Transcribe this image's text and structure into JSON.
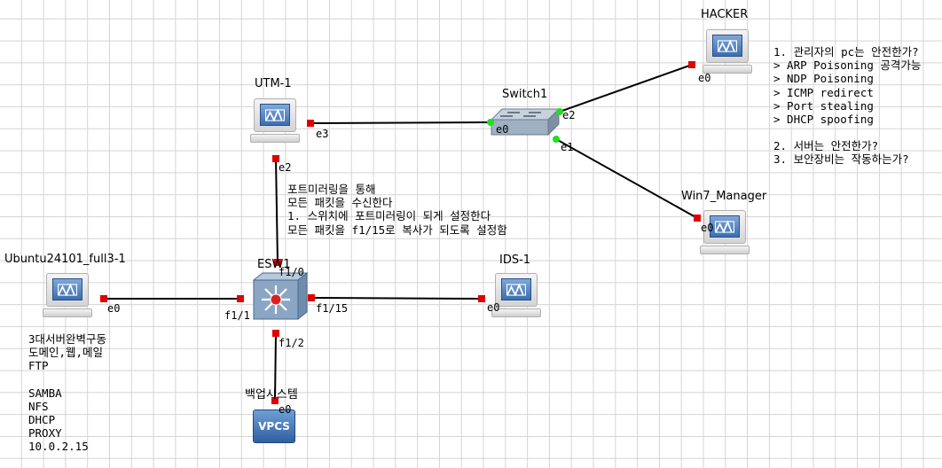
{
  "diagram": {
    "nodes": {
      "hacker": {
        "name": "HACKER",
        "icon": "workstation-icon"
      },
      "utm": {
        "name": "UTM-1",
        "icon": "workstation-icon"
      },
      "switch": {
        "name": "Switch1",
        "icon": "switch-icon"
      },
      "win7": {
        "name": "Win7_Manager",
        "icon": "workstation-icon"
      },
      "ubuntu": {
        "name": "Ubuntu24101_full3-1",
        "icon": "workstation-icon"
      },
      "esw": {
        "name": "ESW1",
        "icon": "router-icon"
      },
      "ids": {
        "name": "IDS-1",
        "icon": "workstation-icon"
      },
      "backup": {
        "name": "백업시스템",
        "icon": "vpcs-icon",
        "badge": "VPCS"
      }
    },
    "ports": {
      "hacker_e0": "e0",
      "utm_e3": "e3",
      "utm_e2": "e2",
      "switch_e0": "e0",
      "switch_e2": "e2",
      "switch_e1": "e1",
      "win7_e0": "e0",
      "ubuntu_e0": "e0",
      "esw_f1_0": "f1/0",
      "esw_f1_1": "f1/1",
      "esw_f1_15": "f1/15",
      "esw_f1_2": "f1/2",
      "ids_e0": "e0",
      "backup_e0": "e0"
    },
    "notes": {
      "hacker_notes": [
        "1. 관리자의 pc는 안전한가?",
        "> ARP Poisoning 공격가능",
        "> NDP Poisoning",
        "> ICMP redirect",
        "> Port stealing",
        "> DHCP spoofing",
        "",
        "2. 서버는 안전한가?",
        "3. 보안장비는 작동하는가?"
      ],
      "mirror_notes": [
        "포트미러링을 통해",
        "모든 패킷을 수신한다",
        "1. 스위치에 포트미러링이 되게 설정한다",
        "모든 패킷을 f1/15로 복사가 되도록 설정함"
      ],
      "server_notes": [
        "3대서버완벽구동",
        "도메인,웹,메일",
        "FTP",
        "",
        "SAMBA",
        "NFS",
        "DHCP",
        "PROXY",
        "10.0.2.15"
      ]
    },
    "colors": {
      "link": "#000000",
      "port_down": "#e00000",
      "port_up": "#22dd22",
      "grid": "#d4d4d4"
    }
  }
}
